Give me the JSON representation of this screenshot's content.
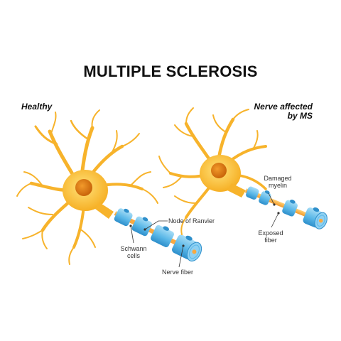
{
  "title": "MULTIPLE SCLEROSIS",
  "panels": {
    "healthy": {
      "heading": "Healthy",
      "labels": {
        "node": "Node of Ranvier",
        "schwann_line1": "Schwann",
        "schwann_line2": "cells",
        "fiber": "Nerve fiber"
      }
    },
    "affected": {
      "heading_line1": "Nerve affected",
      "heading_line2": "by MS",
      "labels": {
        "damaged_line1": "Damaged",
        "damaged_line2": "myelin",
        "exposed_line1": "Exposed",
        "exposed_line2": "fiber"
      }
    }
  },
  "colors": {
    "neuron_body": "#F7B32B",
    "neuron_light": "#FFD65A",
    "nucleus": "#D9780A",
    "myelin": "#5BB8E8",
    "myelin_light": "#A8DDF6",
    "myelin_dark": "#2E8FCB",
    "axon": "#F9A940",
    "leader_line": "#333333"
  }
}
